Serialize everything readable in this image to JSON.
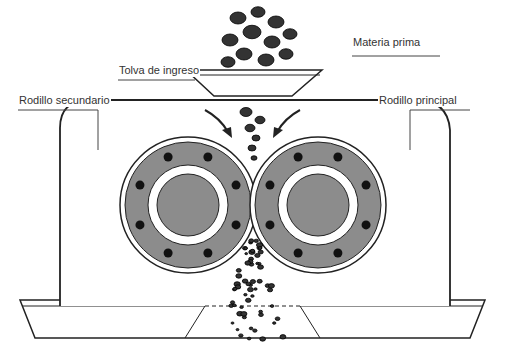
{
  "diagram": {
    "labels": [
      "Materia prima",
      "Tolva de ingreso",
      "Rodillo secundario",
      "Rodillo principal"
    ]
  }
}
